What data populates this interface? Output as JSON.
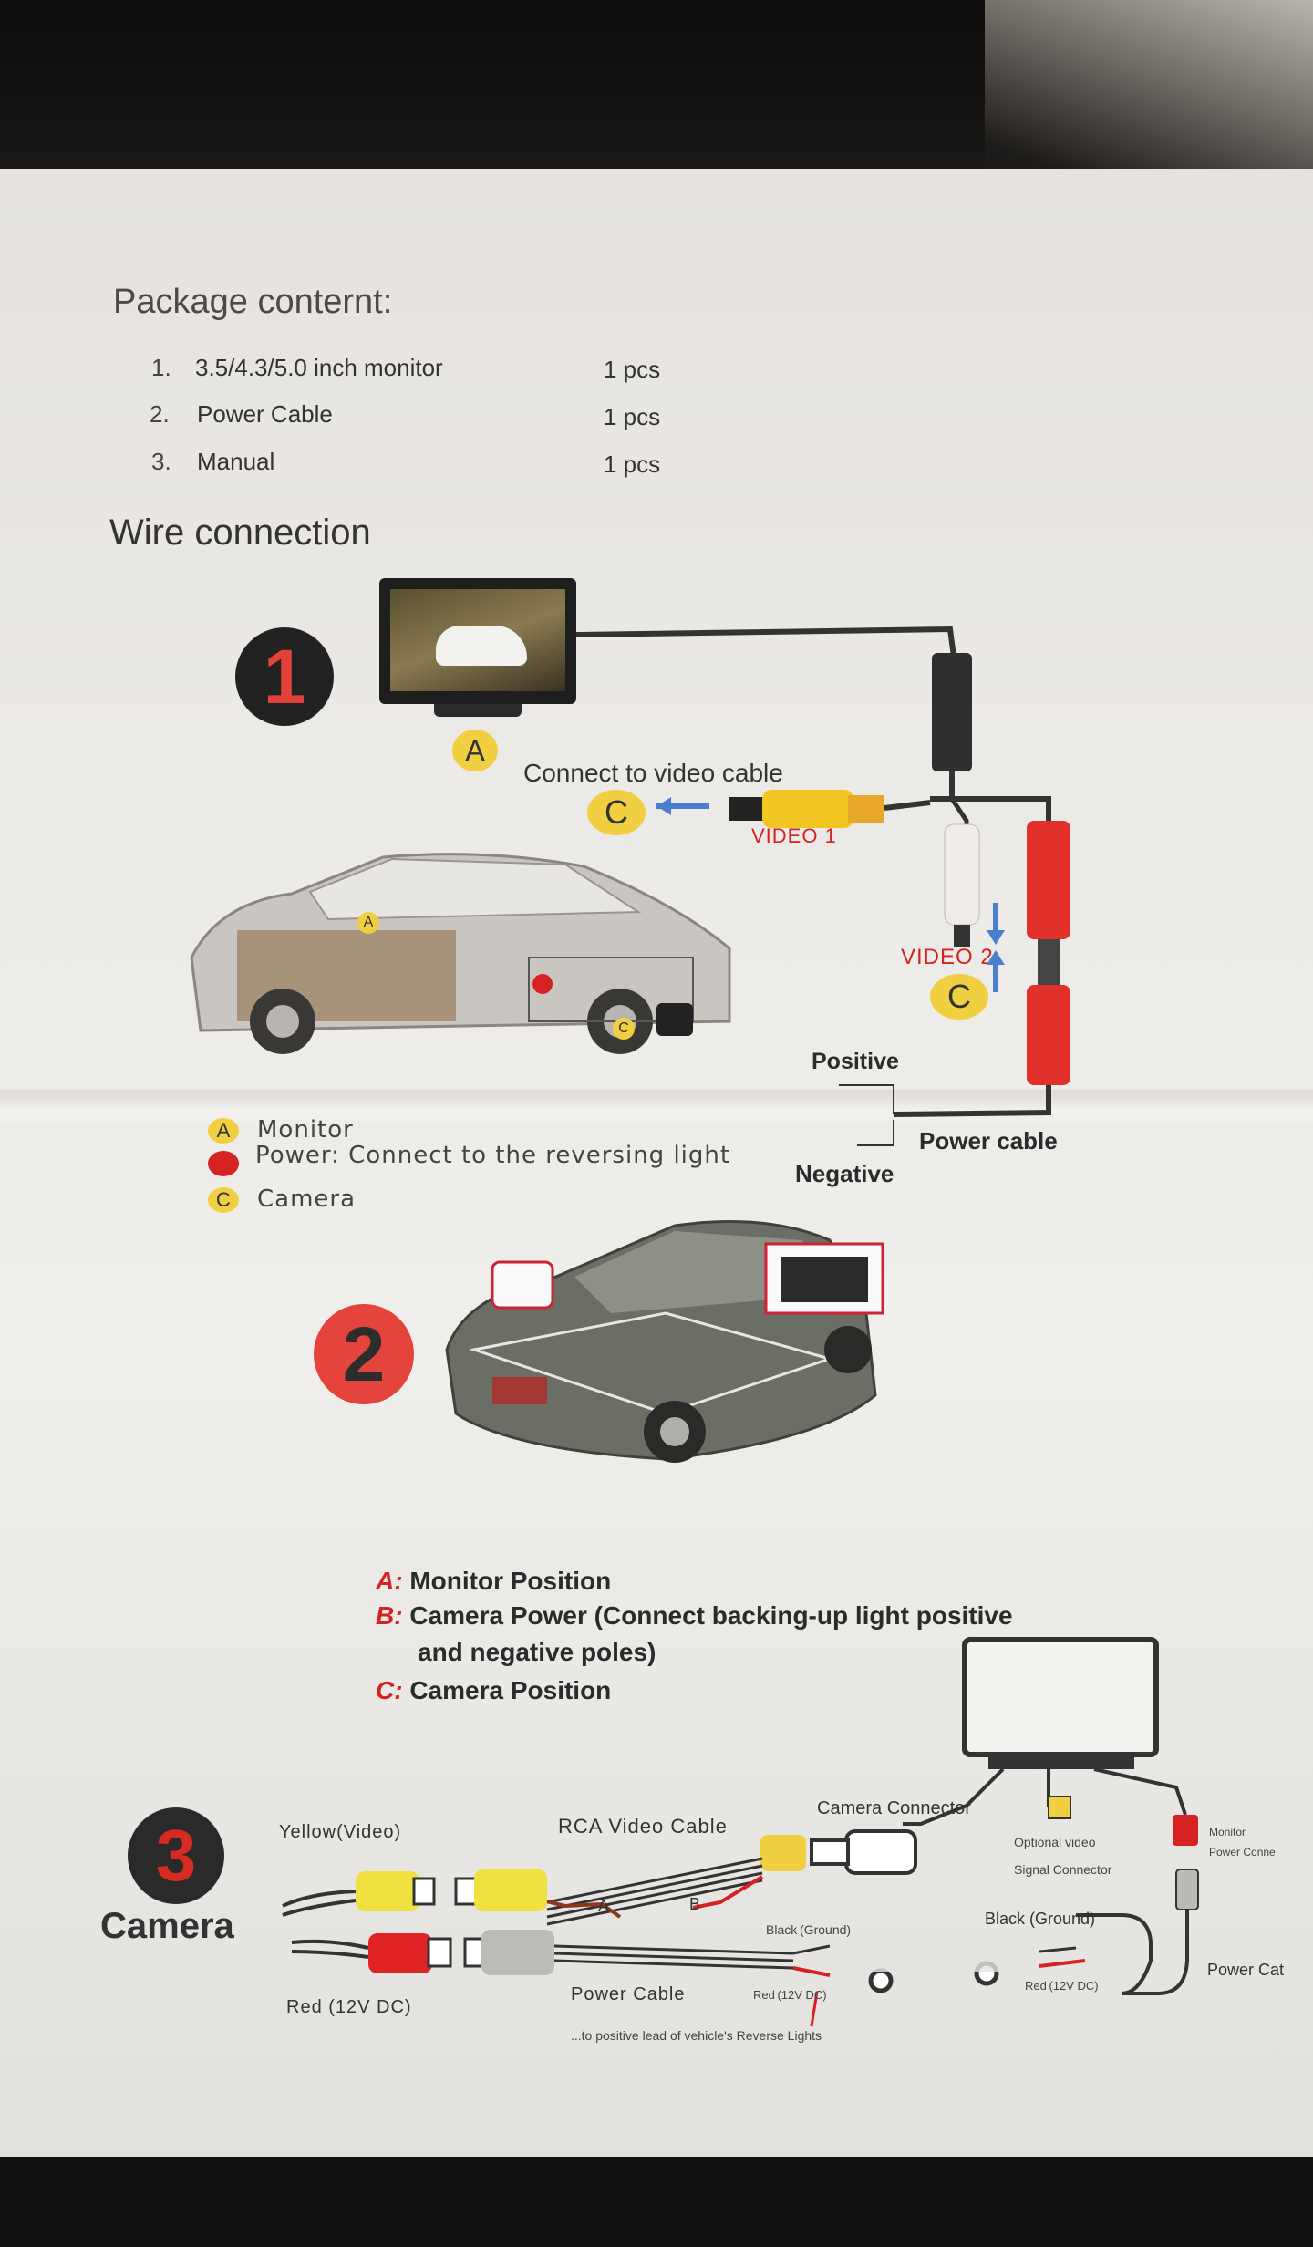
{
  "package": {
    "heading": "Package conternt:",
    "items": [
      {
        "num": "1.",
        "name": "3.5/4.3/5.0 inch monitor",
        "qty": "1 pcs"
      },
      {
        "num": "2.",
        "name": "Power Cable",
        "qty": "1 pcs"
      },
      {
        "num": "3.",
        "name": "Manual",
        "qty": "1 pcs"
      }
    ]
  },
  "wire": {
    "heading": "Wire connection"
  },
  "step1": {
    "badge": "1",
    "monitor_marker": "A",
    "connect_text": "Connect  to video cable",
    "camera_marker": "C",
    "video1": "VIDEO 1",
    "video2": "VIDEO 2",
    "camera_marker2": "C",
    "positive": "Positive",
    "negative": "Negative",
    "power_cable": "Power cable",
    "car_marker_a": "A",
    "car_marker_c": "C",
    "legend": [
      {
        "marker": "A",
        "text": "Monitor"
      },
      {
        "marker": "",
        "text": "Power: Connect to the reversing light"
      },
      {
        "marker": "C",
        "text": "Camera"
      }
    ]
  },
  "step2": {
    "badge": "2",
    "notes": [
      {
        "key": "A:",
        "text": "Monitor Position"
      },
      {
        "key": "B:",
        "text": "Camera Power (Connect backing-up light positive"
      },
      {
        "key": "",
        "text": "and negative poles)"
      },
      {
        "key": "C:",
        "text": "Camera Position"
      }
    ]
  },
  "step3": {
    "badge": "3",
    "camera": "Camera",
    "yellow_video": "Yellow(Video)",
    "rca_cable": "RCA Video  Cable",
    "camera_connector": "Camera Connector",
    "optional_video": "Optional  video",
    "signal_connector": "Signal Connector",
    "monitor_power_1": "Monitor",
    "monitor_power_2": "Power Conne",
    "power_cab": "Power Cat",
    "label_a": "A",
    "label_b": "B",
    "black_ground_1": "Black (Ground)",
    "black_ground_2": "Black (Ground)",
    "red_12v_left": "Red (12V DC)",
    "power_cable": "Power Cable",
    "red_12v_mid": "Red (12V DC)",
    "red_12v_right": "Red (12V DC)",
    "footnote": "...to positive lead of vehicle's Reverse Lights"
  },
  "colors": {
    "yellow": "#f0d040",
    "red": "#d62222",
    "cable": "#333333",
    "blue_arrow": "#4a7fd0"
  }
}
